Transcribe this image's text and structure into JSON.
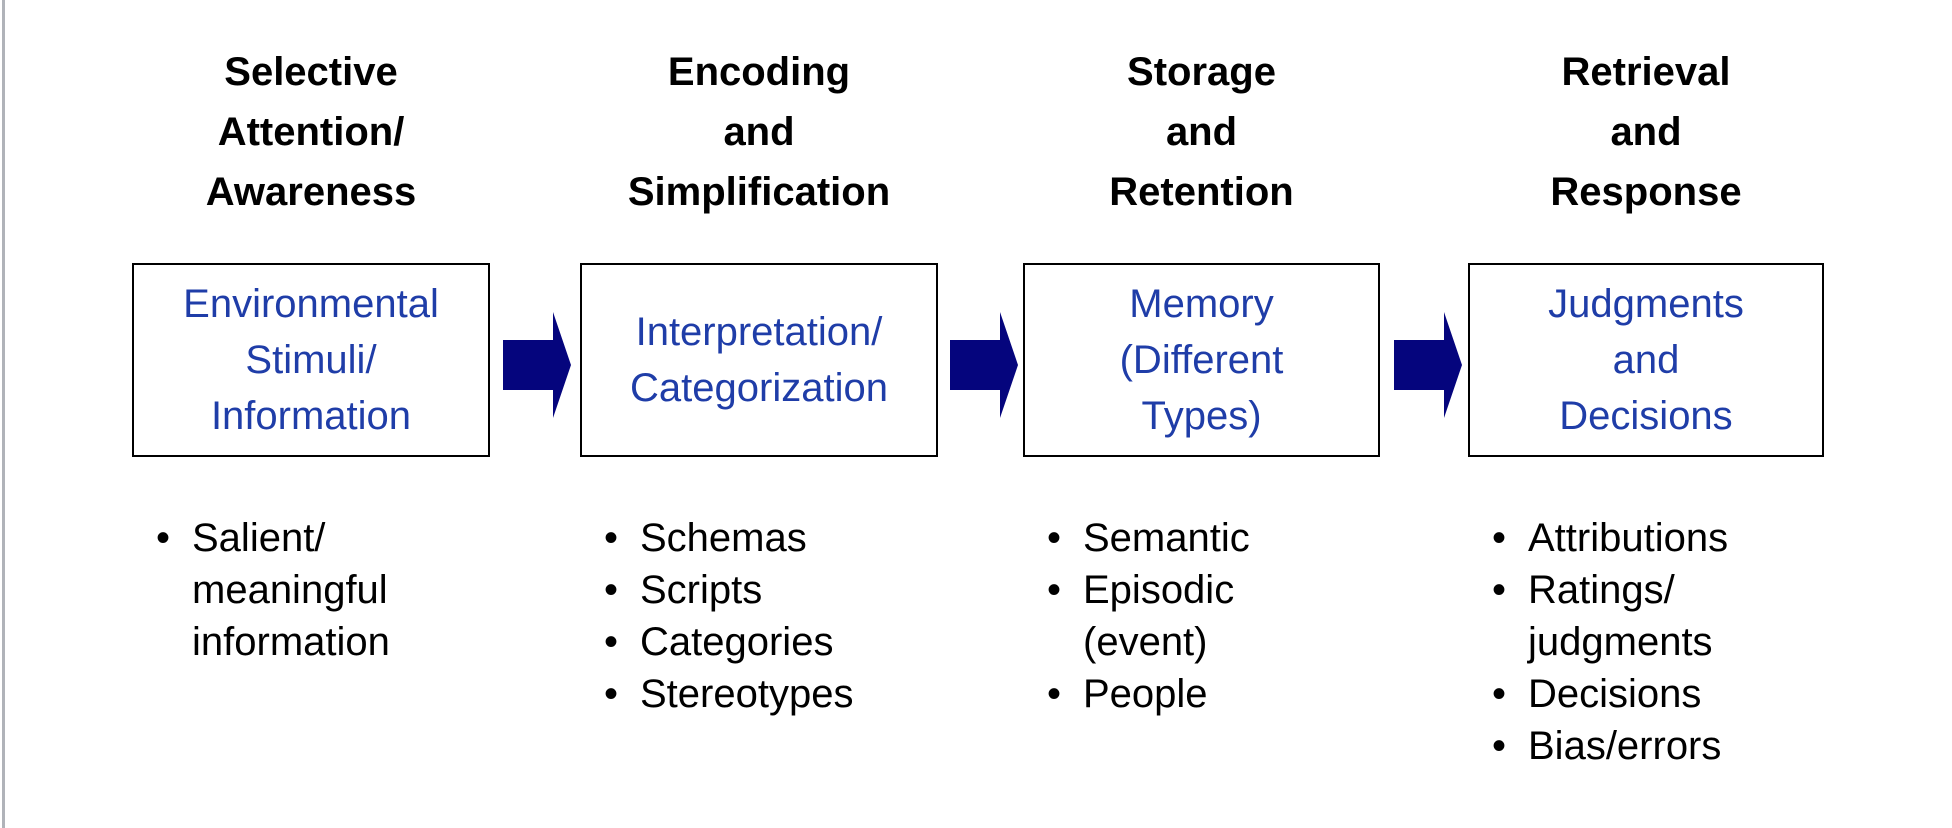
{
  "bullet_char": "•",
  "colors": {
    "arrow": "#05057d",
    "box_text": "#1f3da8",
    "box_border": "#000000",
    "heading_text": "#000000",
    "bullet_text": "#000000",
    "edge_line": "#b0b3b9"
  },
  "columns": [
    {
      "id": "selective-attention-awareness",
      "header": "Selective\nAttention/\nAwareness",
      "box_label": "Environmental\nStimuli/\nInformation",
      "bullets": [
        "Salient/\nmeaningful\ninformation"
      ]
    },
    {
      "id": "encoding-and-simplification",
      "header": "Encoding\nand\nSimplification",
      "box_label": "Interpretation/\nCategorization",
      "bullets": [
        "Schemas",
        "Scripts",
        "Categories",
        "Stereotypes"
      ]
    },
    {
      "id": "storage-and-retention",
      "header": "Storage\nand\nRetention",
      "box_label": "Memory\n(Different\nTypes)",
      "bullets": [
        "Semantic",
        "Episodic\n(event)",
        "People"
      ]
    },
    {
      "id": "retrieval-and-response",
      "header": "Retrieval\nand\nResponse",
      "box_label": "Judgments\nand\nDecisions",
      "bullets": [
        "Attributions",
        "Ratings/\njudgments",
        "Decisions",
        "Bias/errors"
      ]
    }
  ]
}
